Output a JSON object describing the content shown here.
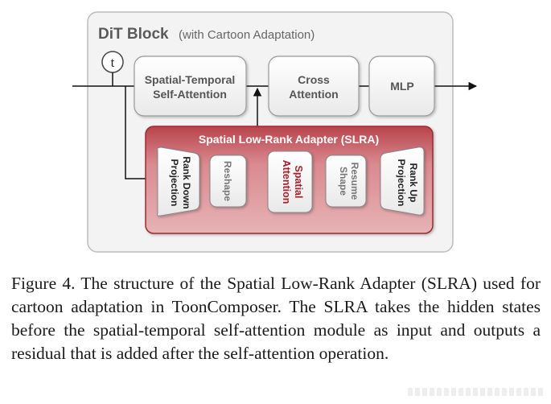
{
  "diagram": {
    "block_title": "DiT Block",
    "block_subtitle": "(with Cartoon Adaptation)",
    "timestep_label": "t",
    "top_modules": {
      "spatial_temporal": [
        "Spatial-Temporal",
        "Self-Attention"
      ],
      "cross_attention": [
        "Cross",
        "Attention"
      ],
      "mlp": "MLP"
    },
    "slra": {
      "title": "Spatial Low-Rank Adapter (SLRA)",
      "modules": {
        "rank_down": [
          "Rank Down",
          "Projection"
        ],
        "reshape": "Reshape",
        "spatial_attention": [
          "Spatial",
          "Attention"
        ],
        "resume_shape": [
          "Resume",
          "Shape"
        ],
        "rank_up": [
          "Rank Up",
          "Projection"
        ]
      }
    },
    "colors": {
      "block_border": "#b5b5b5",
      "block_fill": "#f2f2f2",
      "module_text": "#555555",
      "slra_fill": "#c85a60",
      "slra_border": "#9c2a33",
      "slra_title": "#ffffff",
      "spatial_attention_text": "#a8202c"
    }
  },
  "caption": {
    "label": "Figure 4.",
    "text": "The structure of the Spatial Low-Rank Adapter (SLRA) used for cartoon adaptation in ToonComposer. The SLRA takes the hidden states before the spatial-temporal self-attention module as input and outputs a residual that is added after the self-attention operation."
  }
}
